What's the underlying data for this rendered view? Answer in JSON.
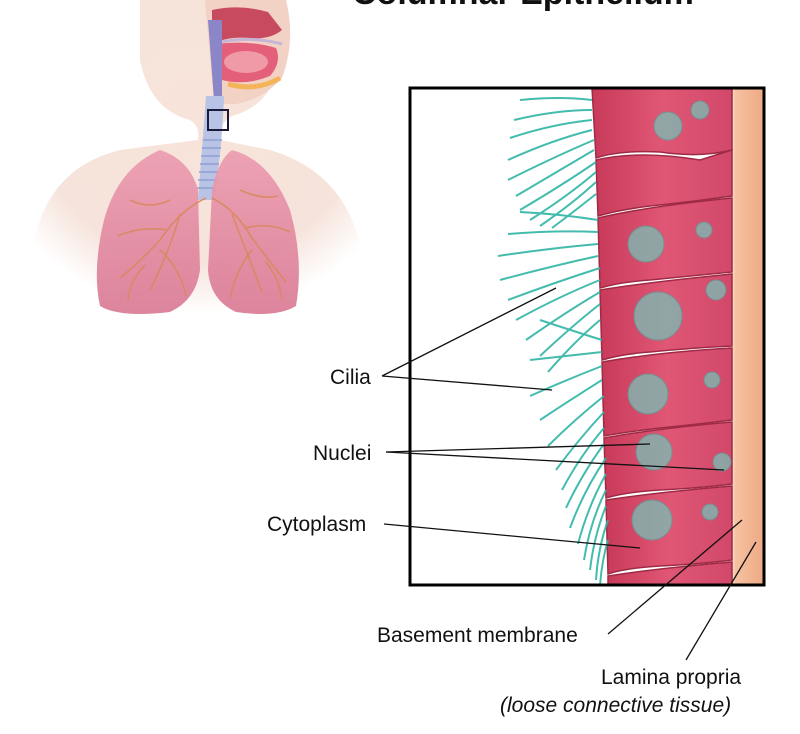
{
  "title": "Columnar Epithelium",
  "labels": {
    "cilia": "Cilia",
    "nuclei": "Nuclei",
    "cytoplasm": "Cytoplasm",
    "basement_membrane": "Basement membrane",
    "lamina_propria": "Lamina propria",
    "lamina_propria_note": "(loose connective tissue)"
  },
  "colors": {
    "cell": "#d94a68",
    "cell_dark": "#b2304e",
    "cilia": "#2fb5a5",
    "nucleus": "#7ab7b0",
    "lamina": "#f2b690",
    "lung": "#e48aa0",
    "skin": "#f4ddd2",
    "frame": "#000000"
  }
}
